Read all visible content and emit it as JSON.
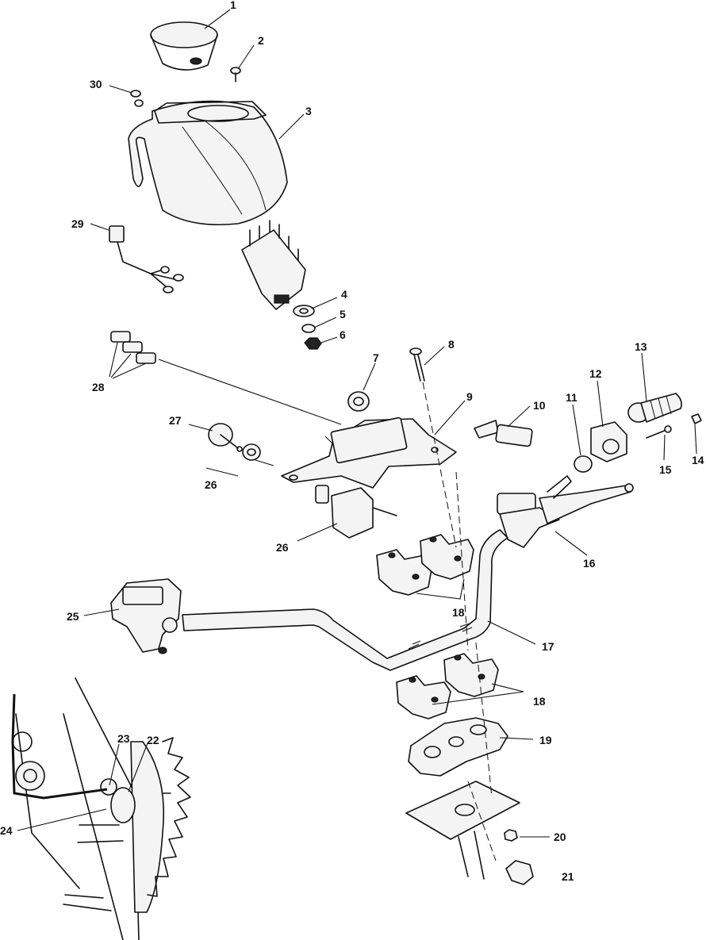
{
  "callouts": {
    "c1": "1",
    "c2": "2",
    "c3": "3",
    "c4": "4",
    "c5": "5",
    "c6": "6",
    "c7": "7",
    "c8": "8",
    "c9": "9",
    "c10": "10",
    "c11": "11",
    "c12": "12",
    "c13": "13",
    "c14": "14",
    "c15": "15",
    "c16": "16",
    "c17": "17",
    "c18a": "18",
    "c18b": "18",
    "c19": "19",
    "c20": "20",
    "c21": "21",
    "c22": "22",
    "c23": "23",
    "c24": "24",
    "c25": "25",
    "c26a": "26",
    "c26b": "26",
    "c27": "27",
    "c28": "28",
    "c29": "29",
    "c30": "30"
  }
}
